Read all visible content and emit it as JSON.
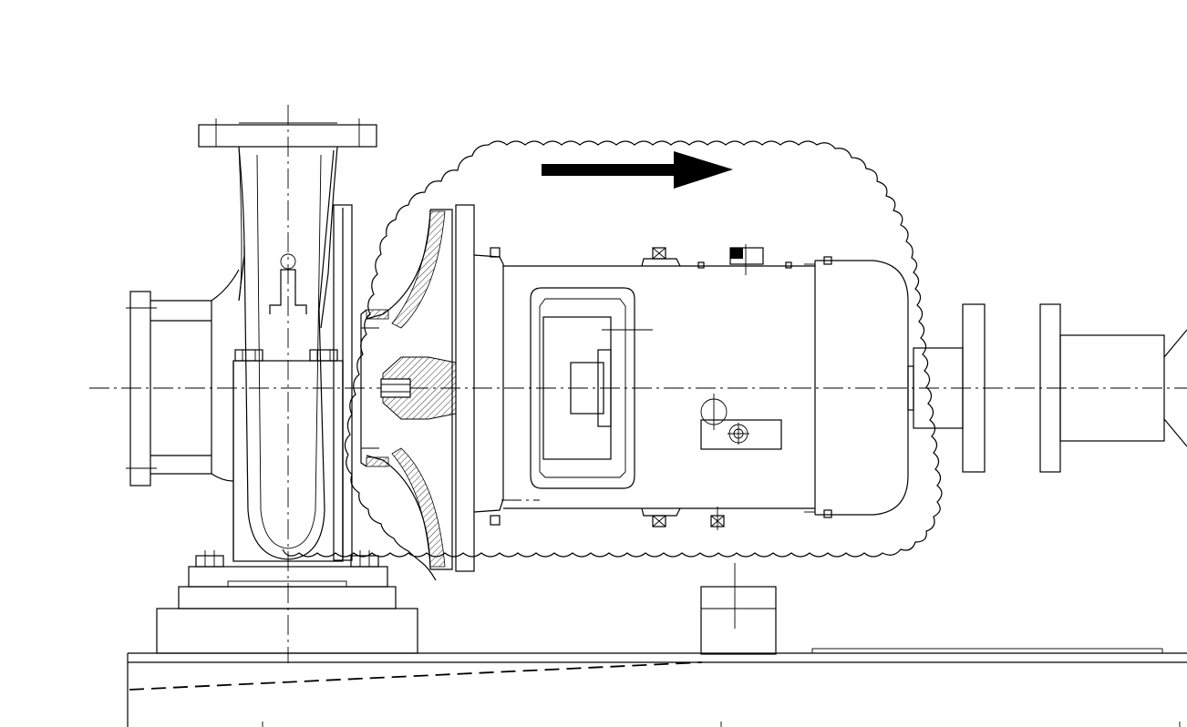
{
  "drawing": {
    "view": "side elevation",
    "components": [
      {
        "name": "pump-casing"
      },
      {
        "name": "suction-flange"
      },
      {
        "name": "discharge-flange"
      },
      {
        "name": "impeller-section"
      },
      {
        "name": "bearing-bracket"
      },
      {
        "name": "bearing-housing"
      },
      {
        "name": "shaft-coupling"
      },
      {
        "name": "baseplate"
      }
    ],
    "annotations": {
      "revision_cloud": true,
      "direction_arrow": "right"
    },
    "colors": {
      "line": "#000000",
      "background": "#ffffff"
    }
  }
}
